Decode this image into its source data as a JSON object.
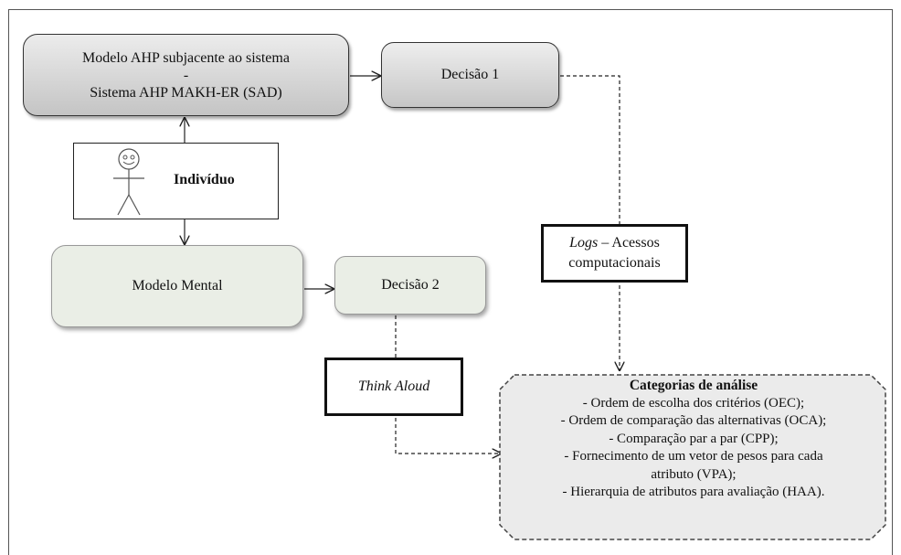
{
  "ahp_model": {
    "line1": "Modelo AHP subjacente ao sistema",
    "line2": "-",
    "line3": "Sistema AHP MAKH-ER (SAD)"
  },
  "decision1": "Decisão 1",
  "individual": "Indivíduo",
  "mental_model": "Modelo Mental",
  "decision2": "Decisão 2",
  "logs": {
    "emph": "Logs",
    "rest": " – Acessos",
    "line2": "computacionais"
  },
  "think_aloud": "Think Aloud",
  "categories": {
    "title": "Categorias de análise",
    "items": [
      "- Ordem de escolha dos critérios (OEC);",
      "- Ordem de comparação das alternativas (OCA);",
      "- Comparação par a par (CPP);",
      "- Fornecimento de um vetor de pesos para cada",
      "atributo (VPA);",
      "- Hierarquia de atributos para avaliação (HAA)."
    ]
  }
}
